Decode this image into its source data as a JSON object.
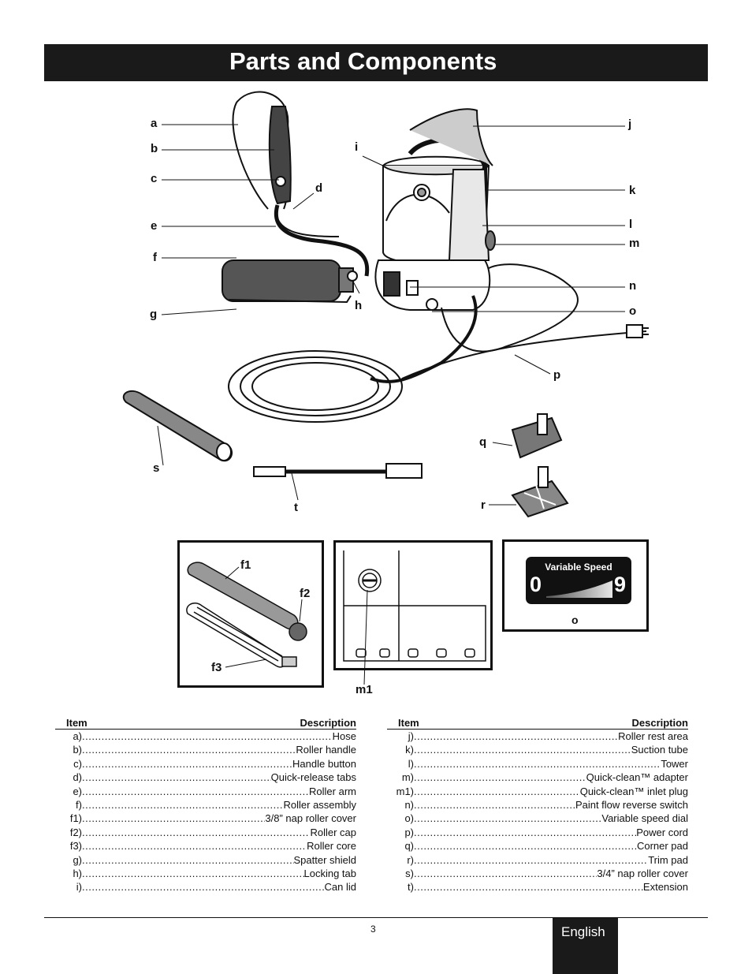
{
  "header": {
    "title": "Parts and Components"
  },
  "callouts": {
    "a": "a",
    "b": "b",
    "c": "c",
    "d": "d",
    "e": "e",
    "f": "f",
    "g": "g",
    "h": "h",
    "i": "i",
    "j": "j",
    "k": "k",
    "l": "l",
    "m": "m",
    "n": "n",
    "o": "o",
    "p": "p",
    "q": "q",
    "r": "r",
    "s": "s",
    "t": "t",
    "f1": "f1",
    "f2": "f2",
    "f3": "f3",
    "m1": "m1"
  },
  "speed_badge": {
    "title": "Variable Speed",
    "min": "0",
    "max": "9",
    "note": "o"
  },
  "table_left": {
    "header_item": "Item",
    "header_desc": "Description",
    "rows": [
      {
        "key": "a)",
        "desc": "Hose"
      },
      {
        "key": "b)",
        "desc": "Roller handle"
      },
      {
        "key": "c)",
        "desc": "Handle button"
      },
      {
        "key": "d)",
        "desc": "Quick-release tabs"
      },
      {
        "key": "e)",
        "desc": "Roller arm"
      },
      {
        "key": "f)",
        "desc": "Roller assembly"
      },
      {
        "key": "f1)",
        "desc": "3/8” nap roller cover"
      },
      {
        "key": "f2)",
        "desc": "Roller cap"
      },
      {
        "key": "f3)",
        "desc": "Roller core"
      },
      {
        "key": "g)",
        "desc": "Spatter shield"
      },
      {
        "key": "h)",
        "desc": "Locking tab"
      },
      {
        "key": "i)",
        "desc": "Can lid"
      }
    ]
  },
  "table_right": {
    "header_item": "Item",
    "header_desc": "Description",
    "rows": [
      {
        "key": "j)",
        "desc": "Roller rest area"
      },
      {
        "key": "k)",
        "desc": "Suction tube"
      },
      {
        "key": "l)",
        "desc": "Tower"
      },
      {
        "key": "m)",
        "desc": "Quick-clean™ adapter"
      },
      {
        "key": "m1)",
        "desc": "Quick-clean™ inlet plug"
      },
      {
        "key": "n)",
        "desc": "Paint flow reverse switch"
      },
      {
        "key": "o)",
        "desc": "Variable speed dial"
      },
      {
        "key": "p)",
        "desc": "Power cord"
      },
      {
        "key": "q)",
        "desc": "Corner pad"
      },
      {
        "key": "r)",
        "desc": "Trim pad"
      },
      {
        "key": "s)",
        "desc": "3/4” nap roller cover"
      },
      {
        "key": "t)",
        "desc": "Extension"
      }
    ]
  },
  "footer": {
    "page_number": "3",
    "language": "English"
  }
}
